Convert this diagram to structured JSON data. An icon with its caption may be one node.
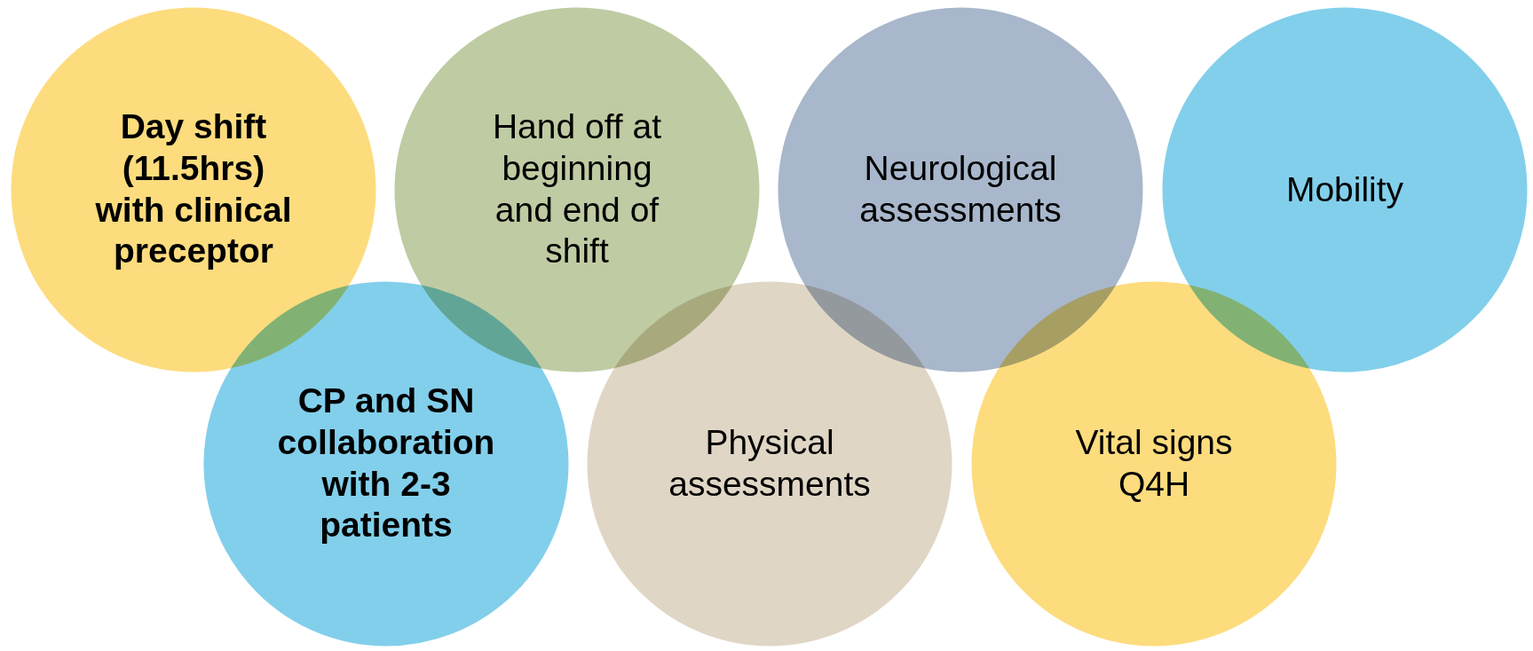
{
  "diagram": {
    "nodes": [
      {
        "text": [
          "Day shift (11.5hrs) with clinical preceptor"
        ]
      },
      {
        "text": [
          "CP and SN collaboration with 2-3 patients"
        ]
      },
      {
        "text": [
          "Hand off at beginning and end of shift"
        ]
      },
      {
        "text": [
          "Physical assessments"
        ]
      },
      {
        "text": [
          "Neurological assessments"
        ]
      },
      {
        "text": [
          "Vital signs Q4H"
        ]
      },
      {
        "text": [
          "Mobility"
        ]
      }
    ]
  }
}
